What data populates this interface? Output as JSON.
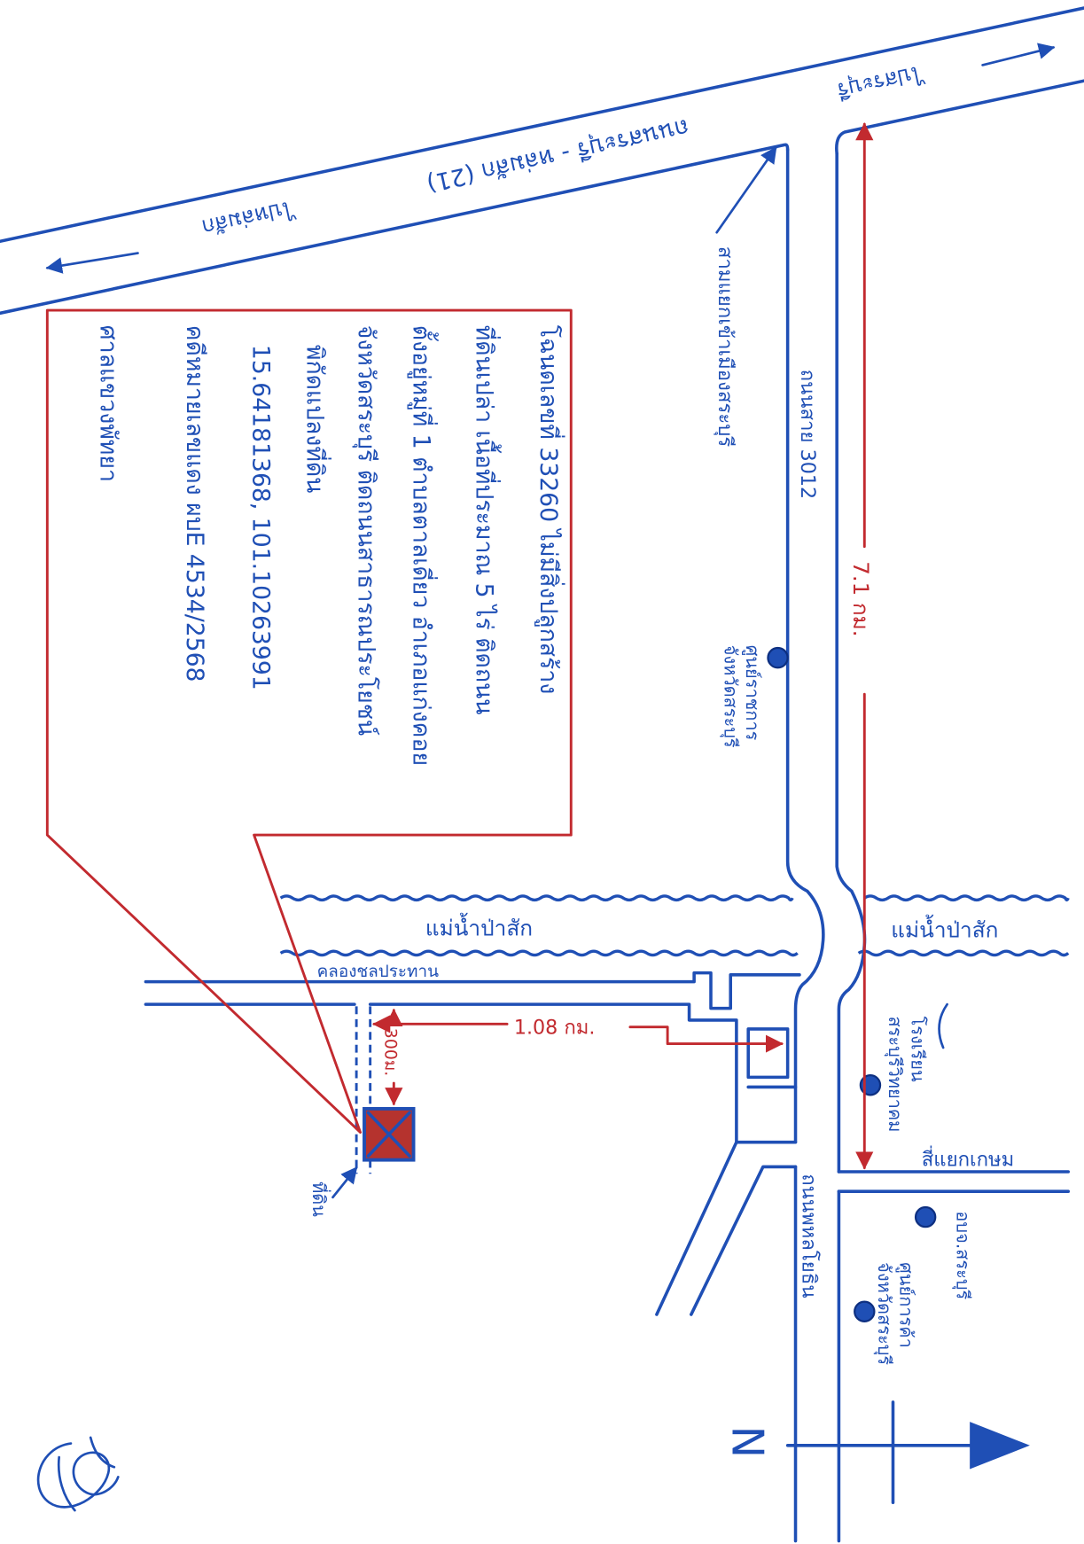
{
  "highway": {
    "name": "ถนนสระบุรี - หล่มสัก (21)",
    "to_left": "ไปหล่มสัก",
    "to_right": "ไปสระบุรี"
  },
  "junction_label": "สามแยกเข้าเมืองสระบุรี",
  "roads": {
    "road_3012": "ถนนสาย 3012",
    "road_south": "ถนนพหลโยธิน",
    "intersection": "สี่แยกเกษม",
    "canal": "คลองชลประทาน"
  },
  "river": {
    "label_left": "แม่น้ำป่าสัก",
    "label_right": "แม่น้ำป่าสัก"
  },
  "landmarks": [
    {
      "line1": "ศูนย์ราชการ",
      "line2": "จังหวัดสระบุรี"
    },
    {
      "line1": "โรงเรียน",
      "line2": "สระบุรีวิทยาคม"
    },
    {
      "line1": "อบจ.สระบุรี"
    },
    {
      "line1": "ศูนย์การค้า",
      "line2": "จังหวัดสระบุรี"
    }
  ],
  "distances": {
    "along_road": "7.1 กม.",
    "to_lane": "1.08 กม.",
    "lane_to_land": "300ม."
  },
  "land_label": "ที่ดิน",
  "callout_lines": [
    "โฉนดเลขที่ 33260 ไม่มีสิ่งปลูกสร้าง",
    "ที่ดินเปล่า เนื้อที่ประมาณ 5 ไร่ ติดถนน",
    "ตั้งอยู่หมู่ที่ 1 ตำบลตาลเดี่ยว อำเภอแก่งคอย",
    "จังหวัดสระบุรี ติดถนนสาธารณประโยชน์",
    "พิกัดแปลงที่ดิน",
    "15.64181368, 101.10263991",
    "คดีหมายเลขแดง ผบE 4534/2568",
    "ศาลแขวงพัทยา"
  ],
  "north": "N",
  "colors": {
    "ink_blue": "#1f4fb5",
    "ink_red": "#c22a2f",
    "land_fill": "#b5332e"
  }
}
